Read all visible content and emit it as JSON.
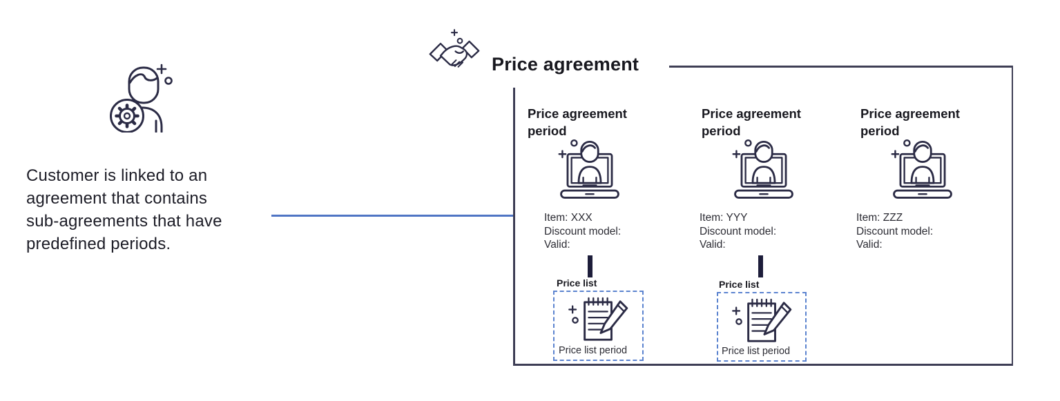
{
  "customer": {
    "icon": "customer-gear-icon",
    "text_lines": [
      "Customer is linked to an",
      "agreement that contains",
      "sub-agreements that have",
      "predefined periods."
    ]
  },
  "agreement": {
    "title": "Price agreement",
    "icon": "handshake-icon",
    "periods": [
      {
        "title": "Price agreement period",
        "item": "Item: XXX",
        "discount_model": "Discount model:",
        "valid": "Valid:"
      },
      {
        "title": "Price agreement period",
        "item": "Item: YYY",
        "discount_model": "Discount model:",
        "valid": "Valid:"
      },
      {
        "title": "Price agreement period",
        "item": "Item: ZZZ",
        "discount_model": "Discount model:",
        "valid": "Valid:"
      }
    ],
    "price_lists": [
      {
        "label": "Price list",
        "period_label": "Price list period",
        "icon": "notepad-pencil-icon"
      },
      {
        "label": "Price list",
        "period_label": "Price list period",
        "icon": "notepad-pencil-icon"
      }
    ]
  },
  "colors": {
    "accent_blue": "#4f74c4",
    "dashed_blue": "#5b83cf",
    "box_border": "#3e3e55",
    "connector_bar": "#1d1d3a",
    "icon_stroke": "#2b2b45",
    "text": "#1f1f29"
  }
}
